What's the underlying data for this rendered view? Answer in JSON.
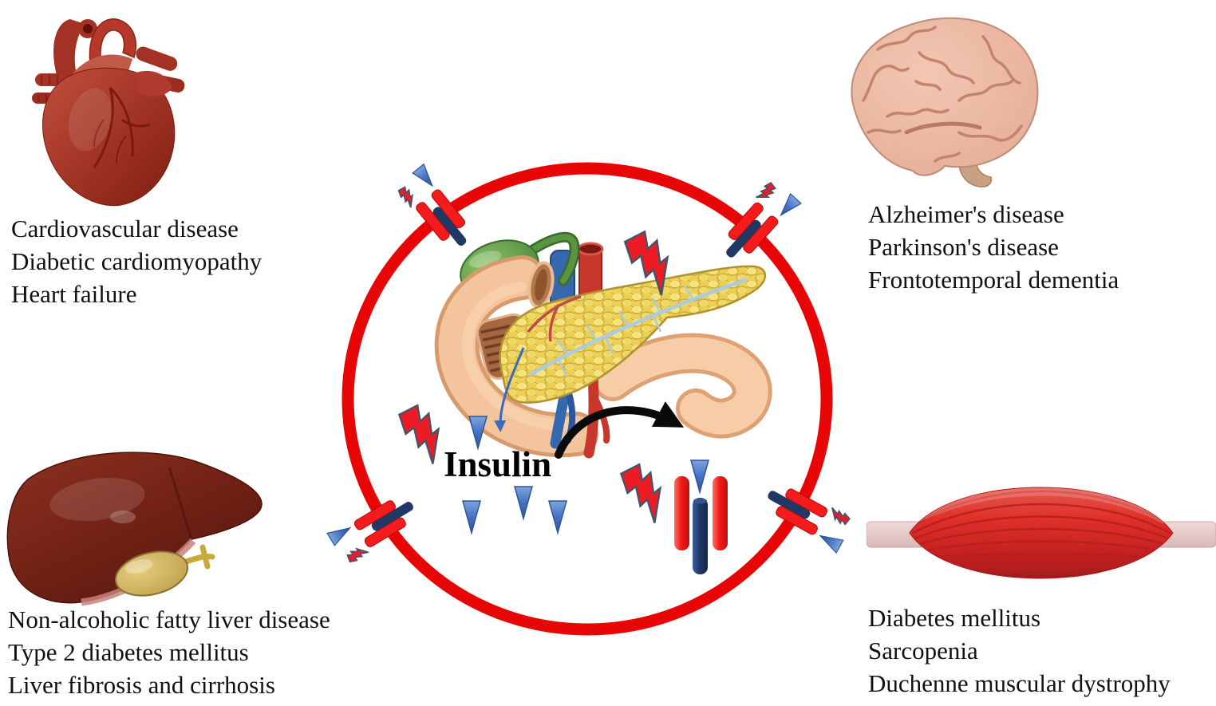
{
  "organs": {
    "heart": {
      "icon": "heart-icon",
      "diseases": [
        "Cardiovascular disease",
        "Diabetic cardiomyopathy",
        "Heart failure"
      ]
    },
    "brain": {
      "icon": "brain-icon",
      "diseases": [
        "Alzheimer's disease",
        "Parkinson's disease",
        "Frontotemporal dementia"
      ]
    },
    "liver": {
      "icon": "liver-icon",
      "diseases": [
        "Non-alcoholic fatty liver disease",
        "Type 2 diabetes mellitus",
        "Liver fibrosis and cirrhosis"
      ]
    },
    "muscle": {
      "icon": "muscle-icon",
      "diseases": [
        "Diabetes mellitus",
        "Sarcopenia",
        "Duchenne muscular dystrophy"
      ]
    }
  },
  "center": {
    "insulin_label": "Insulin",
    "icons": [
      "pancreas-icon",
      "gallbladder-icon",
      "prohibition-circle-icon",
      "insulin-receptor-icon",
      "blocked-insulin-receptor-icon",
      "insulin-molecule-icon",
      "stress-lightning-icon",
      "insulin-secretion-arrow",
      "insulin-release-arrow"
    ]
  },
  "colors": {
    "background": "#ffffff",
    "text": "#111111",
    "prohibition_red": "#e80505",
    "receptor_red": "#f31b1b",
    "receptor_navy": "#1f3864",
    "insulin_blue": "#4472c4",
    "lightning_red": "#ed1c24",
    "lightning_outline": "#44546a",
    "pancreas_yellow": "#eed75f",
    "gallbladder_green": "#5a9442",
    "heart_red": "#9e2c1e",
    "liver_brown": "#6e2014",
    "brain_pink": "#e9b7a4",
    "muscle_red": "#d62b2b"
  }
}
